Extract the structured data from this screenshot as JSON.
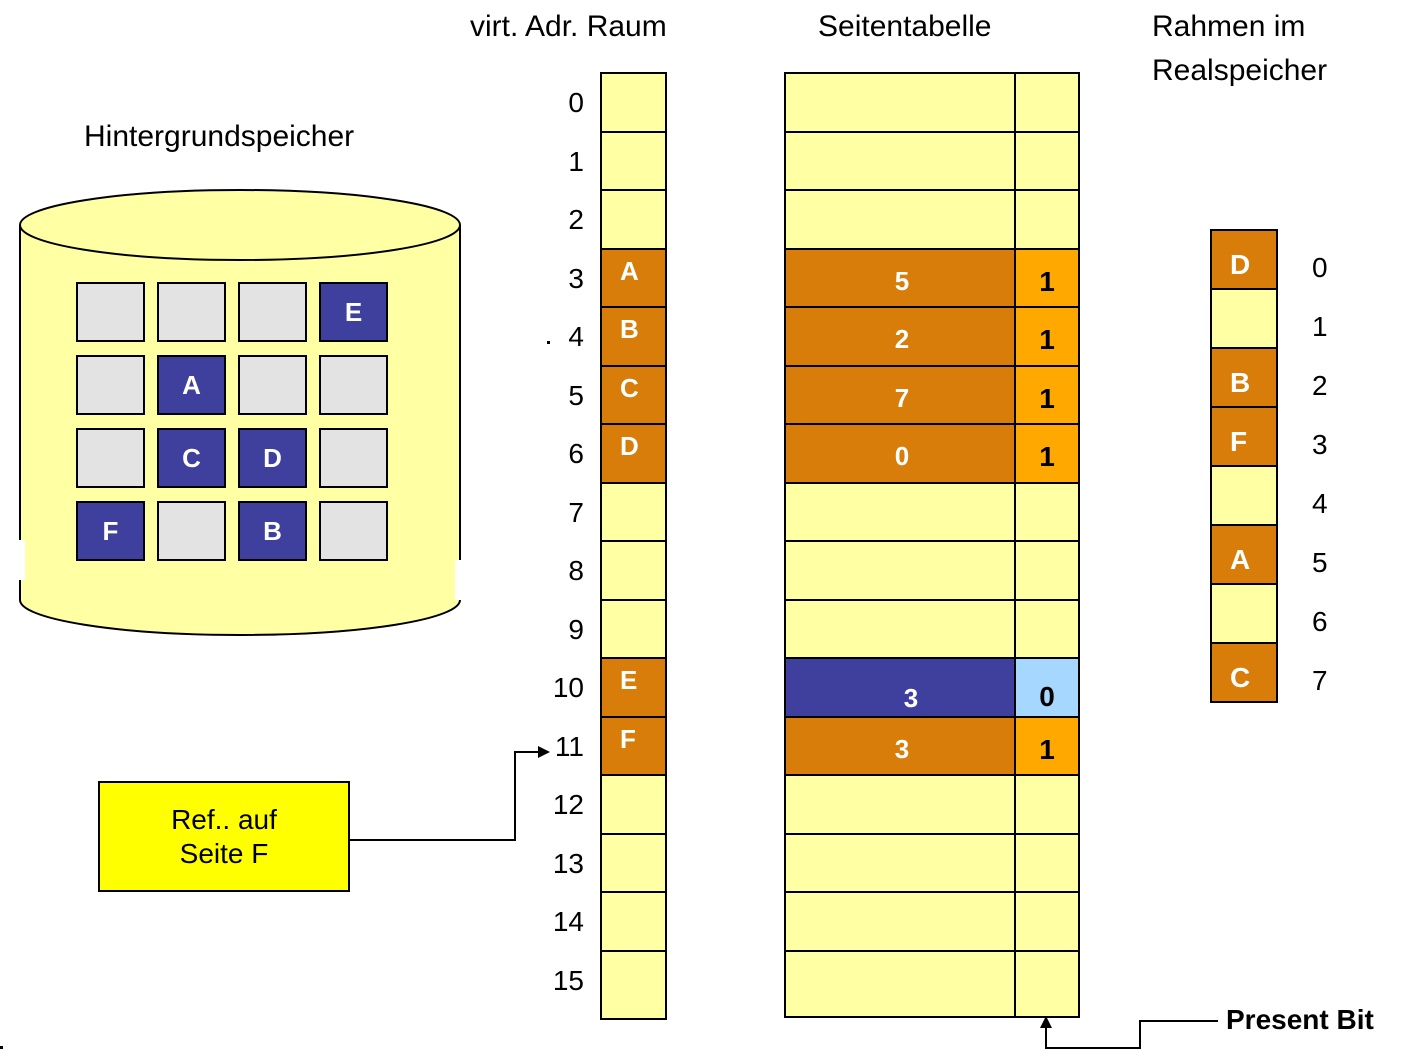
{
  "titles": {
    "virt_space": "virt. Adr. Raum",
    "page_table": "Seitentabelle",
    "frames_line1": "Rahmen im",
    "frames_line2": "Realspeicher",
    "backing_store": "Hintergrundspeicher"
  },
  "colors": {
    "empty": "#ffffa4",
    "mapped": "#d87d0a",
    "present_bit_set": "#ffa800",
    "faulted": "#3f3f9e",
    "present_bit_clear": "#a6d8ff",
    "storage_page": "#3f3f9e",
    "storage_empty": "#e3e3e3",
    "callout": "#ffff00"
  },
  "virtual_pages": [
    {
      "index": "0",
      "label": ""
    },
    {
      "index": "1",
      "label": ""
    },
    {
      "index": "2",
      "label": ""
    },
    {
      "index": "3",
      "label": "A"
    },
    {
      "index": "4",
      "label": "B"
    },
    {
      "index": "5",
      "label": "C"
    },
    {
      "index": "6",
      "label": "D"
    },
    {
      "index": "7",
      "label": ""
    },
    {
      "index": "8",
      "label": ""
    },
    {
      "index": "9",
      "label": ""
    },
    {
      "index": "10",
      "label": "E"
    },
    {
      "index": "11",
      "label": "F"
    },
    {
      "index": "12",
      "label": ""
    },
    {
      "index": "13",
      "label": ""
    },
    {
      "index": "14",
      "label": ""
    },
    {
      "index": "15",
      "label": ""
    }
  ],
  "page_table": [
    {
      "frame": "",
      "present": "",
      "state": "empty"
    },
    {
      "frame": "",
      "present": "",
      "state": "empty"
    },
    {
      "frame": "",
      "present": "",
      "state": "empty"
    },
    {
      "frame": "5",
      "present": "1",
      "state": "mapped"
    },
    {
      "frame": "2",
      "present": "1",
      "state": "mapped"
    },
    {
      "frame": "7",
      "present": "1",
      "state": "mapped"
    },
    {
      "frame": "0",
      "present": "1",
      "state": "mapped"
    },
    {
      "frame": "",
      "present": "",
      "state": "empty"
    },
    {
      "frame": "",
      "present": "",
      "state": "empty"
    },
    {
      "frame": "",
      "present": "",
      "state": "empty"
    },
    {
      "frame": "3",
      "present": "0",
      "state": "faulted"
    },
    {
      "frame": "3",
      "present": "1",
      "state": "mapped"
    },
    {
      "frame": "",
      "present": "",
      "state": "empty"
    },
    {
      "frame": "",
      "present": "",
      "state": "empty"
    },
    {
      "frame": "",
      "present": "",
      "state": "empty"
    },
    {
      "frame": "",
      "present": "",
      "state": "empty"
    }
  ],
  "frames": [
    {
      "index": "0",
      "label": "D"
    },
    {
      "index": "1",
      "label": ""
    },
    {
      "index": "2",
      "label": "B"
    },
    {
      "index": "3",
      "label": "F"
    },
    {
      "index": "4",
      "label": ""
    },
    {
      "index": "5",
      "label": "A"
    },
    {
      "index": "6",
      "label": ""
    },
    {
      "index": "7",
      "label": "C"
    }
  ],
  "backing_store_grid": [
    [
      "",
      "",
      "",
      "E"
    ],
    [
      "",
      "A",
      "",
      ""
    ],
    [
      "",
      "C",
      "D",
      ""
    ],
    [
      "F",
      "",
      "B",
      ""
    ]
  ],
  "callout": {
    "line1": "Ref.. auf",
    "line2": "Seite F"
  },
  "present_bit_label": "Present Bit"
}
